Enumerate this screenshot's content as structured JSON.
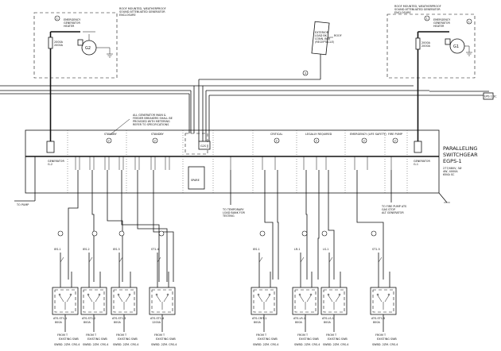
{
  "generators": {
    "left": {
      "note_line1": "ROOF MOUNTED, WEATHERPROOF",
      "note_line2": "SOUND ATTENUATED GENERATOR",
      "note_line3": "ENCLOSURE",
      "tag": "1",
      "heater_label1": "EMERGENCY",
      "heater_label2": "GENERATOR",
      "heater_label3": "HEATER",
      "breaker_label": "2000A",
      "gen_label": "G2"
    },
    "right": {
      "note_line1": "ROOF MOUNTED, WEATHERPROOF",
      "note_line2": "SOUND ATTENUATED GENERATOR",
      "note_line3": "ENCLOSURE",
      "tag": "1",
      "heater_label1": "EMERGENCY",
      "heater_label2": "GENERATOR",
      "heater_label3": "HEATER",
      "breaker_label": "2000A",
      "gen_label": "G1"
    }
  },
  "roof_box": {
    "label1": "EXTERIOR",
    "label2": "LOAD BK",
    "label3": "CONN. BOX",
    "label4": "(RECEPTACLE)",
    "roof_label": "ROOF",
    "tag": "3"
  },
  "note_mid": {
    "line1": "ALL GENERATOR MAIN &",
    "line2": "FEEDER BREAKERS SHALL BE",
    "line3": "PROVIDED WITH METERING",
    "line4": "REFER TO SPECIFICATIONS"
  },
  "ups_tag": "UPS 1 3C",
  "switchgear": {
    "sections": [
      {
        "name": "",
        "tag": ""
      },
      {
        "name": "STANDBY",
        "tag": "2"
      },
      {
        "name": "STANDBY",
        "tag": "2"
      },
      {
        "name": "",
        "tag": ""
      },
      {
        "name": "CRITICAL",
        "tag": "2"
      },
      {
        "name": "LEGALLY REQUIRED",
        "tag": "2"
      },
      {
        "name": "EMERGENCY (LIFE SAFETY)",
        "tag": "2"
      },
      {
        "name": "FIRE PUMP",
        "tag": "2"
      },
      {
        "name": "",
        "tag": ""
      }
    ],
    "title_line1": "PARALLELING",
    "title_line2": "SWITCHGEAR",
    "title_line3": "EGPS-1",
    "sub_line1": "277/480V, 3Ø",
    "sub_line2": "4W, 4000A",
    "sub_line3": "65KA SC",
    "gen_left_label1": "GENERATOR",
    "gen_left_label2": "G-2",
    "gen_right_label1": "GENERATOR",
    "gen_right_label2": "G-1",
    "spare_label": "SPARE",
    "loadbank_label1": "TO TEMPORARY",
    "loadbank_label2": "LOAD BANK FOR",
    "loadbank_label3": "TESTING",
    "firepump_label1": "TO FIRE PUMP ATS",
    "firepump_label2": "GAS STOP",
    "firepump_label3": "ALT GENERATOR",
    "ground_label": "TO PUMP",
    "gen_box_label": "G2S"
  },
  "ats": {
    "left": [
      {
        "label": "ATS-ST1-1",
        "amps": "800A",
        "feed_tag": "20",
        "top_label": "IES-1",
        "from1": "FROM T",
        "from2": "EXISTING SWB",
        "from3": "SWBD. 2ZM. CRS-4"
      },
      {
        "label": "ATS-ST1-2",
        "amps": "800A",
        "feed_tag": "20",
        "top_label": "IES-2",
        "from1": "FROM T",
        "from2": "EXISTING SWB",
        "from3": "SWBD. 2ZM. CRS-4"
      },
      {
        "label": "ATS-ST1-3",
        "amps": "800A",
        "feed_tag": "20",
        "top_label": "IES-3",
        "from1": "FROM T",
        "from2": "EXISTING SWB",
        "from3": "SWBD. 2ZM. CRS-4"
      },
      {
        "label": "ATS-ST1-4",
        "amps": "1200A",
        "feed_tag": "20",
        "top_label": "ST1-4",
        "from1": "FROM T",
        "from2": "EXISTING SWB",
        "from3": "SWBD. 2ZM. CRS-4"
      }
    ],
    "right": [
      {
        "label": "ATS-CRIT-1",
        "amps": "800A",
        "feed_tag": "20",
        "top_label": "IES-1",
        "from1": "FROM T",
        "from2": "EXISTING SWB",
        "from3": "SWBD. 2ZM. CRS-4"
      },
      {
        "label": "ATS-LR-1",
        "amps": "800A",
        "feed_tag": "20",
        "top_label": "LR-1",
        "from1": "FROM T",
        "from2": "EXISTING SWB",
        "from3": "SWBD. 2ZM. CRS-4"
      },
      {
        "label": "ATS-LS-1",
        "amps": "800A",
        "feed_tag": "20",
        "top_label": "LS-1",
        "from1": "FROM T",
        "from2": "EXISTING SWB",
        "from3": "SWBD. 2ZM. CRS-4"
      },
      {
        "label": "ATS-ST1-5",
        "amps": "800A",
        "feed_tag": "20",
        "top_label": "ST1-5",
        "from1": "FROM T",
        "from2": "EXISTING SWB",
        "from3": "SWBD. 2ZM. CRS-4"
      }
    ]
  }
}
